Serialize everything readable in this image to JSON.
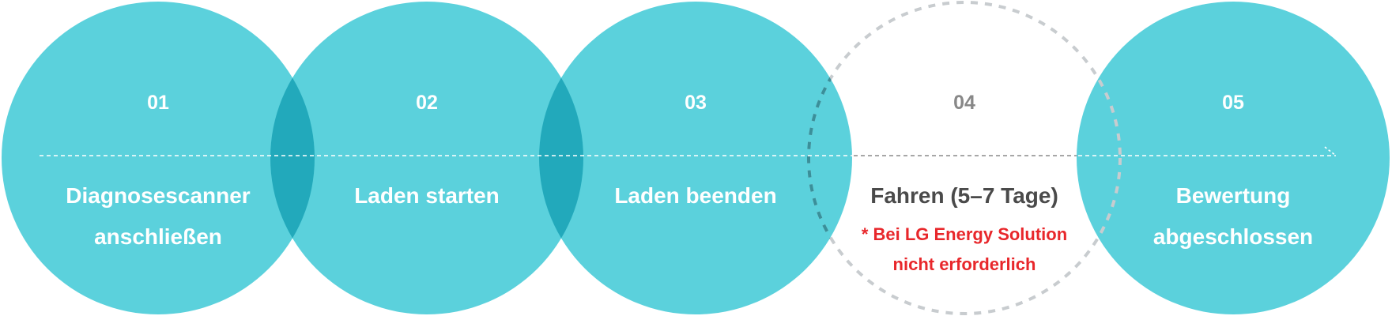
{
  "colors": {
    "circle_fill": "#5bd1dc",
    "overlap_fill": "#22a9bb",
    "dashed_circle": "#c8cccf",
    "muted_number": "#888888",
    "muted_label": "#4a4a4a",
    "note": "#e8272b"
  },
  "steps": [
    {
      "number": "01",
      "label_line1": "Diagnosescanner",
      "label_line2": "anschließen",
      "active": true
    },
    {
      "number": "02",
      "label_line1": "Laden starten",
      "label_line2": "",
      "active": true
    },
    {
      "number": "03",
      "label_line1": "Laden beenden",
      "label_line2": "",
      "active": true
    },
    {
      "number": "04",
      "label_line1": "Fahren (5–7 Tage)",
      "label_line2": "",
      "active": false,
      "note_line1": "* Bei LG Energy Solution",
      "note_line2": "nicht erforderlich"
    },
    {
      "number": "05",
      "label_line1": "Bewertung",
      "label_line2": "abgeschlossen",
      "active": true
    }
  ]
}
